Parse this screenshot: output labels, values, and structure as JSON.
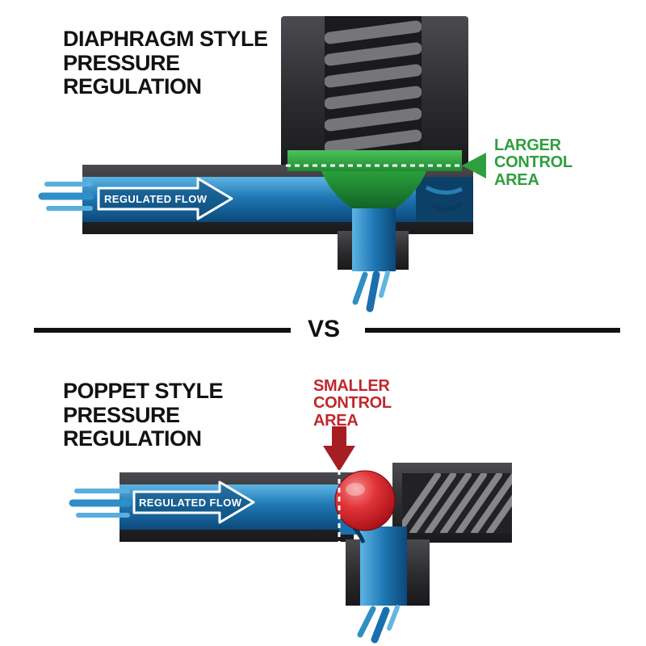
{
  "colors": {
    "green": "#2f9e3f",
    "red": "#c1272d",
    "blue": "#1a6fae",
    "metal_dark": "#2c2c2f",
    "text_black": "#121212"
  },
  "top_diagram": {
    "title_lines": [
      "DIAPHRAGM STYLE",
      "PRESSURE",
      "REGULATION"
    ],
    "flow_label": "REGULATED FLOW",
    "control_area_lines": [
      "LARGER",
      "CONTROL",
      "AREA"
    ]
  },
  "divider": {
    "vs_label": "VS"
  },
  "bottom_diagram": {
    "title_lines": [
      "POPPET STYLE",
      "PRESSURE",
      "REGULATION"
    ],
    "flow_label": "REGULATED FLOW",
    "control_area_lines": [
      "SMALLER",
      "CONTROL",
      "AREA"
    ]
  }
}
